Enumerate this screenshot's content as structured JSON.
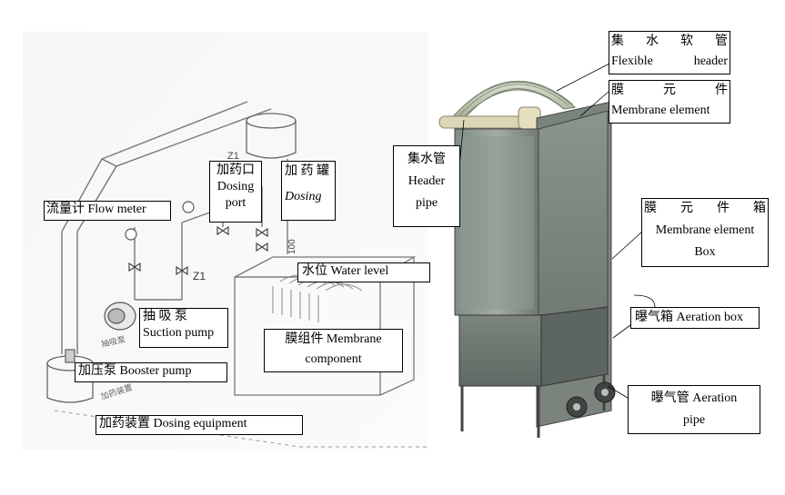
{
  "left": {
    "flow_meter": "流量计  Flow meter",
    "dosing_port": [
      "加药口",
      "Dosing",
      "port"
    ],
    "dosing_tank": [
      "加 药 罐",
      "Dosing"
    ],
    "water_level": "水位  Water level",
    "suction_pump": [
      "抽   吸   泵",
      "Suction pump"
    ],
    "membrane_component": [
      "膜组件 Membrane",
      "component"
    ],
    "booster_pump": "加压泵  Booster pump",
    "dosing_equipment": "加药装置 Dosing equipment",
    "sketch_marks": {
      "z1_top": "Z1",
      "z1_mid": "Z1",
      "level_100": "100",
      "pump_small": "抽吸泵",
      "equip_small": "加药装置"
    }
  },
  "right": {
    "flexible_header": [
      "集   水   软   管",
      "Flexible       header"
    ],
    "membrane_element": [
      "膜        元        件",
      "Membrane element"
    ],
    "header_pipe": [
      "集水管",
      "Header",
      "pipe"
    ],
    "membrane_box": [
      "膜      元      件      箱",
      "Membrane element",
      "Box"
    ],
    "aeration_box": "曝气箱 Aeration box",
    "aeration_pipe": [
      "曝气管  Aeration",
      "pipe"
    ]
  }
}
